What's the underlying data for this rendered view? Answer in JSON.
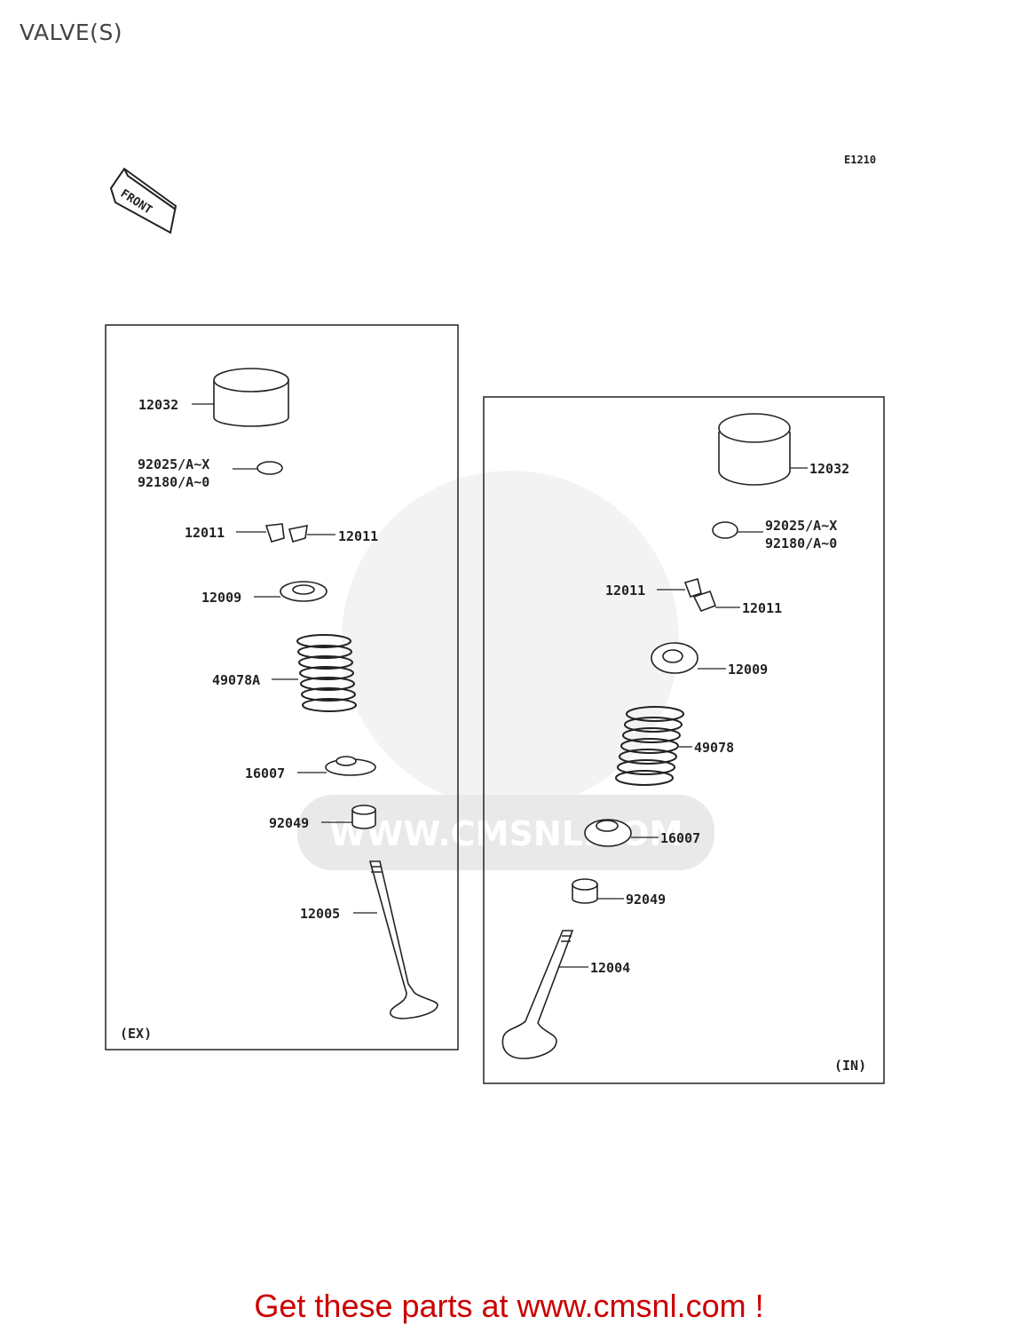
{
  "title": "VALVE(S)",
  "diagram_code": "E1210",
  "front_arrow_label": "FRONT",
  "watermark_text": "WWW.CMSNL.COM",
  "exhaust_panel": {
    "side_label": "(EX)",
    "callouts": [
      {
        "id": "ex-12032",
        "text": "12032"
      },
      {
        "id": "ex-92025",
        "text": "92025/A~X"
      },
      {
        "id": "ex-92180",
        "text": "92180/A~0"
      },
      {
        "id": "ex-12011a",
        "text": "12011"
      },
      {
        "id": "ex-12011b",
        "text": "12011"
      },
      {
        "id": "ex-12009",
        "text": "12009"
      },
      {
        "id": "ex-49078A",
        "text": "49078A"
      },
      {
        "id": "ex-16007",
        "text": "16007"
      },
      {
        "id": "ex-92049",
        "text": "92049"
      },
      {
        "id": "ex-12005",
        "text": "12005"
      }
    ]
  },
  "intake_panel": {
    "side_label": "(IN)",
    "callouts": [
      {
        "id": "in-12032",
        "text": "12032"
      },
      {
        "id": "in-92025",
        "text": "92025/A~X"
      },
      {
        "id": "in-92180",
        "text": "92180/A~0"
      },
      {
        "id": "in-12011a",
        "text": "12011"
      },
      {
        "id": "in-12011b",
        "text": "12011"
      },
      {
        "id": "in-12009",
        "text": "12009"
      },
      {
        "id": "in-49078",
        "text": "49078"
      },
      {
        "id": "in-16007",
        "text": "16007"
      },
      {
        "id": "in-92049",
        "text": "92049"
      },
      {
        "id": "in-12004",
        "text": "12004"
      }
    ]
  },
  "cta_text": "Get these parts at www.cmsnl.com !",
  "colors": {
    "cta": "#cc0000",
    "line": "#222222",
    "watermark": "#e9e9e9"
  }
}
